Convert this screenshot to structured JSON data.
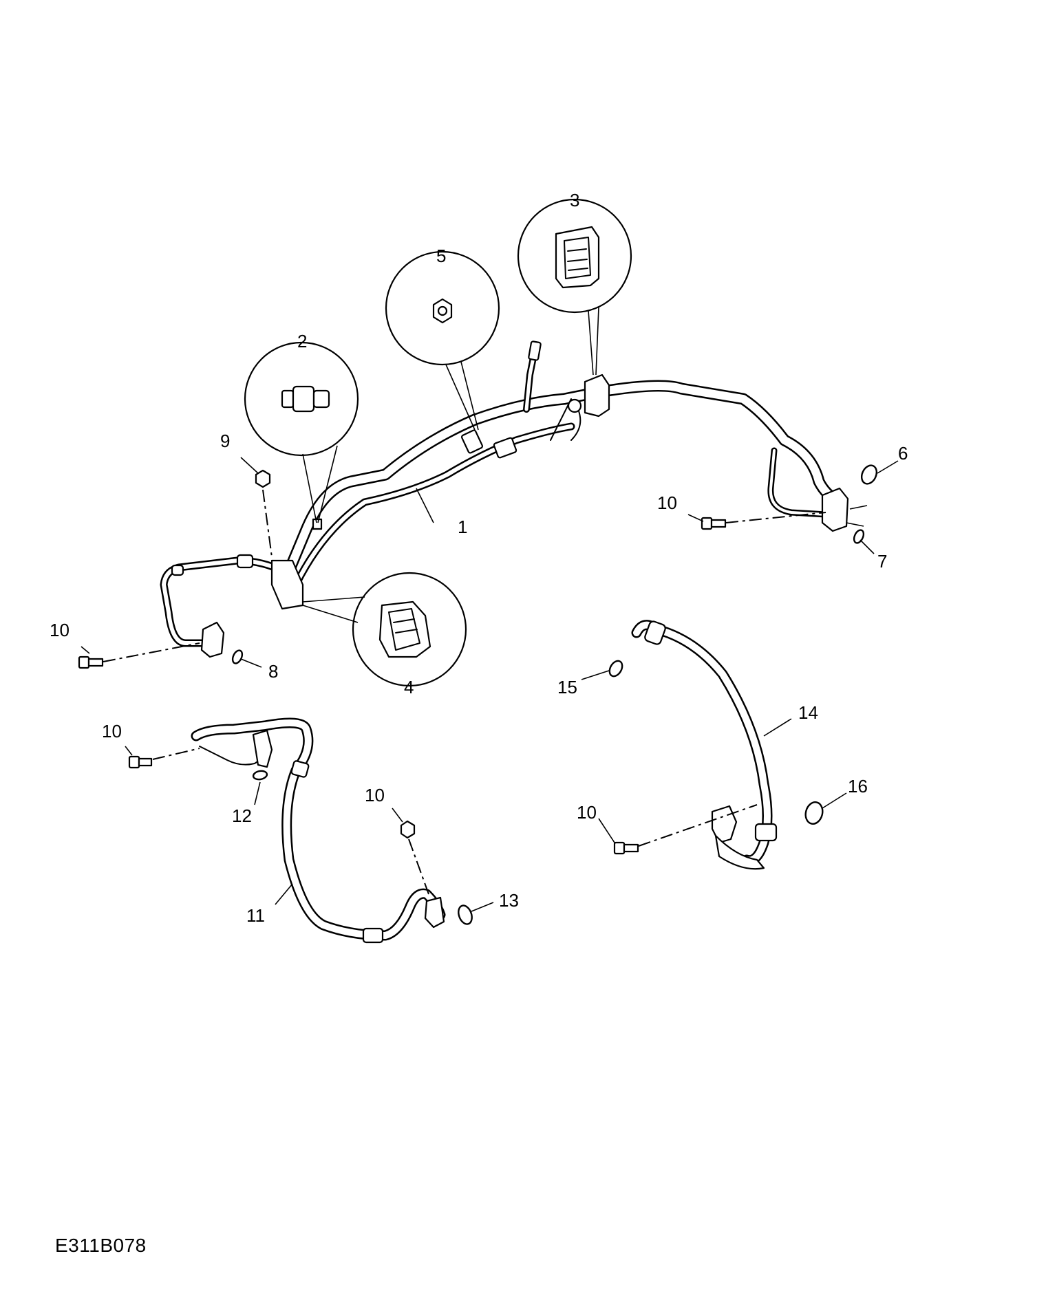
{
  "diagram_reference": "E311B078",
  "callouts": [
    "1",
    "2",
    "3",
    "4",
    "5",
    "6",
    "7",
    "8",
    "9",
    "10",
    "11",
    "12",
    "13",
    "14",
    "15",
    "16"
  ],
  "labels": {
    "c1": "1",
    "c2": "2",
    "c3": "3",
    "c4": "4",
    "c5": "5",
    "c6": "6",
    "c7": "7",
    "c8": "8",
    "c9": "9",
    "c10a": "10",
    "c10b": "10",
    "c10c": "10",
    "c10d": "10",
    "c10e": "10",
    "c11": "11",
    "c12": "12",
    "c13": "13",
    "c14": "14",
    "c15": "15",
    "c16": "16"
  }
}
